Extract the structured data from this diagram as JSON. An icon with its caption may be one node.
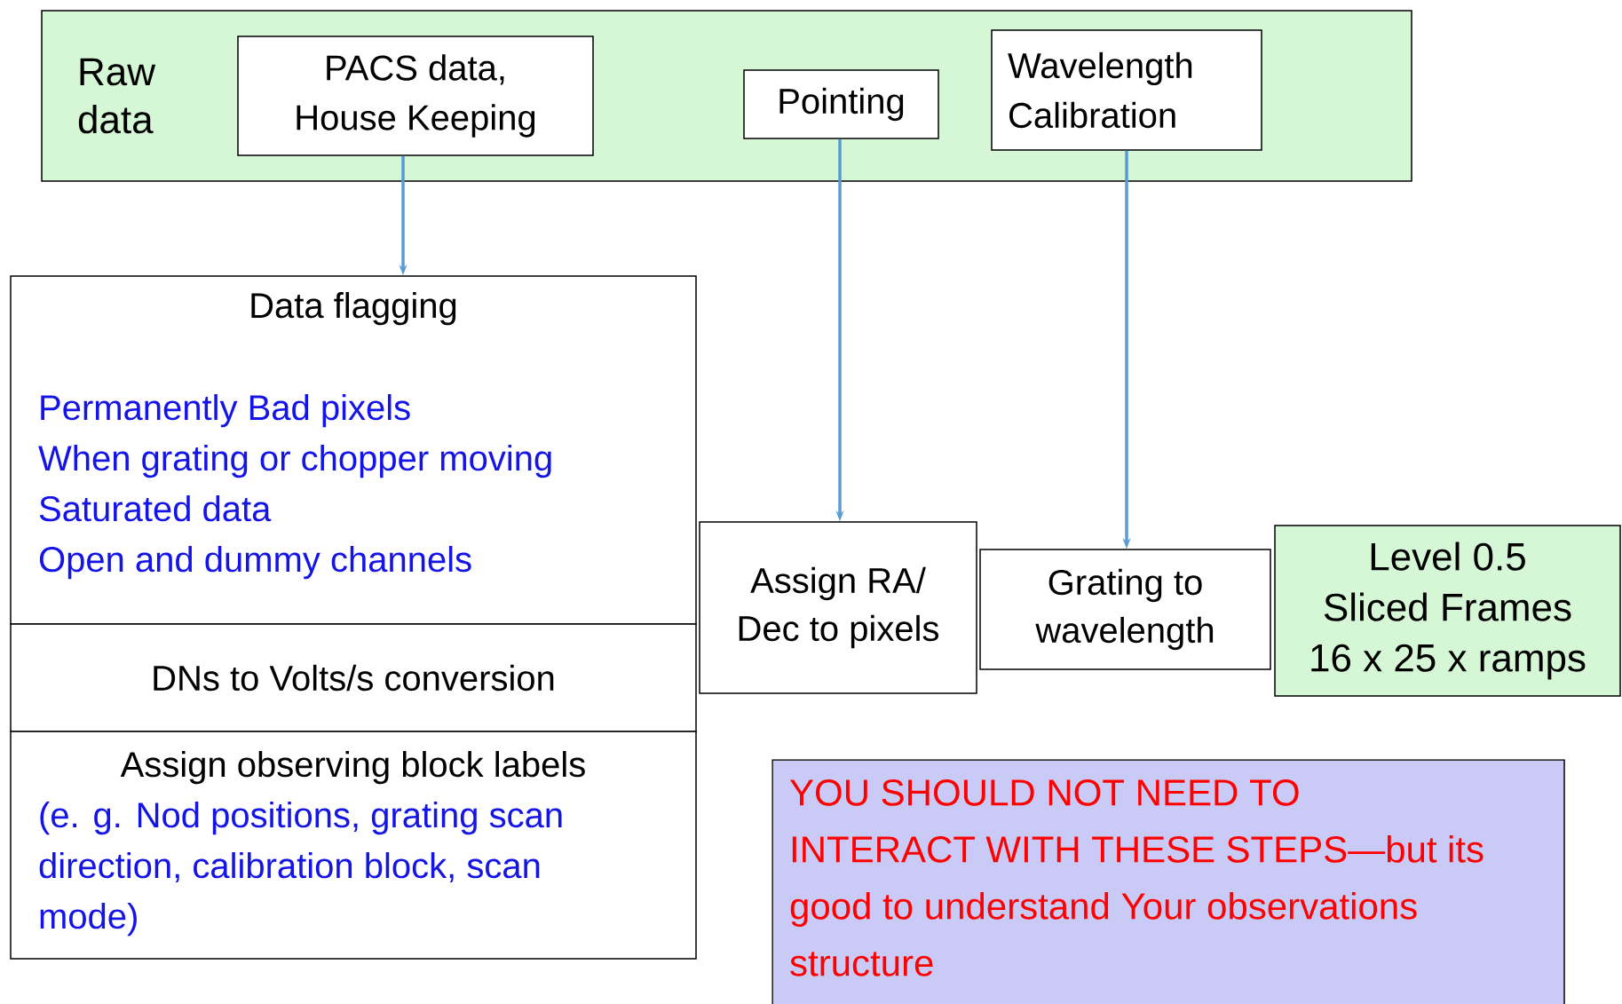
{
  "diagram": {
    "nodes": [
      {
        "text": [
          "Raw data"
        ]
      },
      {
        "text": [
          "PACS data, House Keeping"
        ],
        "in": 0
      },
      {
        "text": [
          "Pointing"
        ],
        "in": 0
      },
      {
        "text": [
          "Wavelength Calibration"
        ],
        "in": 0
      },
      {
        "text": [
          "Data flagging",
          "Permanently Bad pixels",
          "When grating or chopper moving",
          "Saturated data",
          "Open and dummy channels"
        ]
      },
      {
        "text": [
          "DNs to Volts/s conversion"
        ]
      },
      {
        "text": [
          "Assign observing block labels",
          "(e. g. Nod positions, grating scan direction, calibration block, scan mode)"
        ]
      },
      {
        "text": [
          "Assign RA/ Dec to pixels"
        ]
      },
      {
        "text": [
          "Grating to wavelength"
        ]
      },
      {
        "text": [
          "Level 0.5",
          "Sliced Frames",
          "16 x 25 x ramps"
        ]
      },
      {
        "text": [
          "YOU SHOULD NOT NEED TO INTERACT WITH THESE STEPS—but its good to understand Your observations structure"
        ]
      }
    ],
    "edges": [
      {
        "from": 1,
        "to": 4,
        "arrow": "to"
      },
      {
        "from": 2,
        "to": 7,
        "arrow": "to"
      },
      {
        "from": 3,
        "to": 8,
        "arrow": "to"
      }
    ]
  }
}
